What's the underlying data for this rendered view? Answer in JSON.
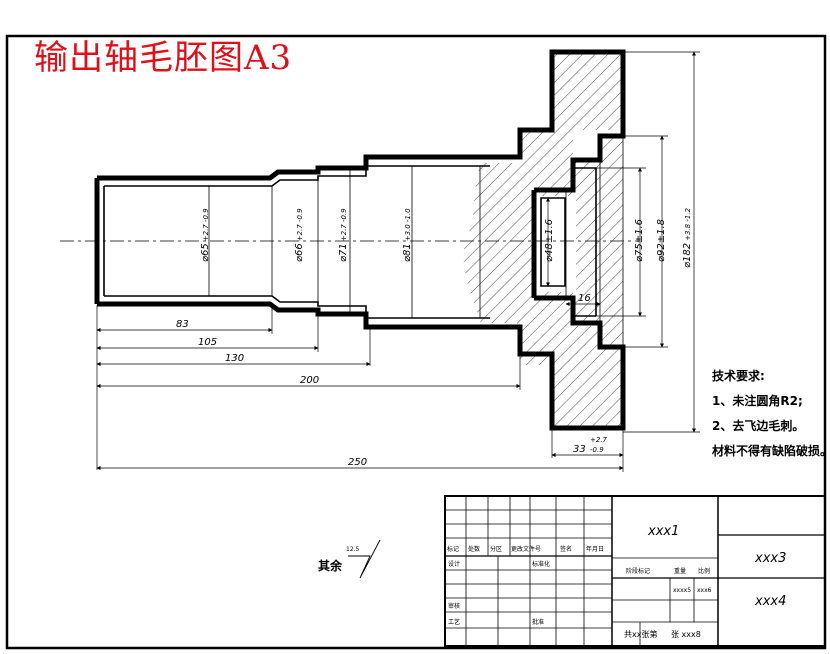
{
  "title": "输出轴毛胚图A3",
  "dims": {
    "d83": "83",
    "d105": "105",
    "d130": "130",
    "d200": "200",
    "d250": "250",
    "d33": "33",
    "d33_tol_up": "+2.7",
    "d33_tol_dn": "-0.9",
    "d16": "16",
    "dia65": "⌀65",
    "dia65_tol": "+2.7 -0.9",
    "dia66": "⌀66",
    "dia66_tol": "+2.7 -0.9",
    "dia71": "⌀71",
    "dia71_tol": "+2.7 -0.9",
    "dia81": "⌀81",
    "dia81_tol": "+3.0 -1.0",
    "dia48": "⌀48±1.6",
    "dia75": "⌀75±1.6",
    "dia92": "⌀92±1.8",
    "dia182": "⌀182",
    "dia182_tol": "+3.8 -1.2"
  },
  "tech": {
    "heading": "技术要求:",
    "line1": "1、未注圆角R2;",
    "line2": "2、去飞边毛刺。",
    "line3": "材料不得有缺陷破损。"
  },
  "surface": {
    "label": "其余",
    "value": "12.5"
  },
  "titleblock": {
    "name": "xxx1",
    "code": "xxx3",
    "company": "xxx4",
    "h1": "标记",
    "h2": "处数",
    "h3": "分区",
    "h4": "更改文件号",
    "h5": "签名",
    "h6": "年月日",
    "design": "设计",
    "standard": "标准化",
    "check": "审核",
    "process": "工艺",
    "approve": "批准",
    "stage": "阶段标记",
    "weight": "重量",
    "scale": "比例",
    "wv": "xxxx5",
    "sv": "xxx6",
    "sheets": "共xx张第",
    "sheetno": "张 xxx8"
  }
}
